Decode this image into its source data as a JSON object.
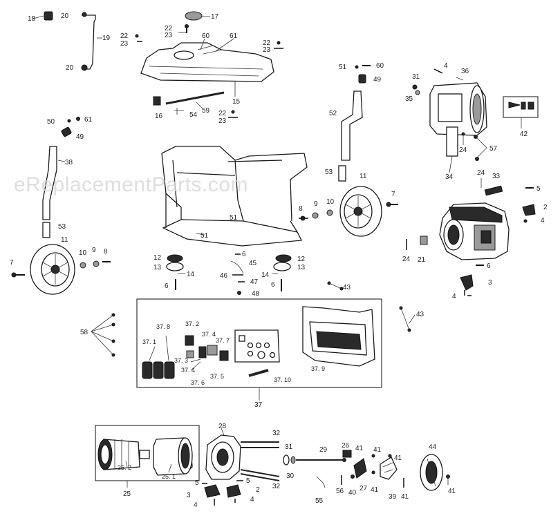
{
  "watermark": "eReplacementParts.com",
  "callouts": {
    "c1": "18",
    "c2": "20",
    "c3": "19",
    "c4": "20",
    "c5": "17",
    "c6": "22",
    "c7": "23",
    "c8": "22",
    "c9": "23",
    "c10": "60",
    "c11": "61",
    "c12": "22",
    "c13": "23",
    "c14": "15",
    "c15": "16",
    "c16": "54",
    "c17": "59",
    "c18": "22",
    "c19": "23",
    "c20": "50",
    "c21": "61",
    "c22": "49",
    "c23": "38",
    "c24": "53",
    "c25": "11",
    "c26": "10",
    "c27": "9",
    "c28": "8",
    "c29": "7",
    "c30": "12",
    "c31": "13",
    "c32": "6",
    "c33": "14",
    "c34": "51",
    "c35": "51",
    "c36": "6",
    "c37": "45",
    "c38": "46",
    "c39": "47",
    "c40": "48",
    "c41": "12",
    "c42": "13",
    "c43": "14",
    "c44": "6",
    "c45": "51",
    "c46": "60",
    "c47": "49",
    "c48": "52",
    "c49": "53",
    "c50": "11",
    "c51": "8",
    "c52": "9",
    "c53": "10",
    "c54": "7",
    "c55": "31",
    "c56": "4",
    "c57": "36",
    "c58": "35",
    "c59": "42",
    "c60": "24",
    "c61": "57",
    "c62": "34",
    "c63": "24",
    "c64": "33",
    "c65": "5",
    "c66": "2",
    "c67": "4",
    "c68": "24",
    "c69": "21",
    "c70": "6",
    "c71": "3",
    "c72": "4",
    "c73": "43",
    "c74": "43",
    "c75": "58",
    "c76": "37. 8",
    "c77": "37. 2",
    "c78": "37. 1",
    "c79": "37. 4",
    "c80": "37. 7",
    "c81": "37. 3",
    "c82": "37. 4",
    "c83": "37. 6",
    "c84": "37. 5",
    "c85": "37. 10",
    "c86": "37. 9",
    "c87": "37",
    "c88": "28",
    "c89": "32",
    "c90": "25. 2",
    "c91": "25. 1",
    "c92": "25",
    "c93": "31",
    "c94": "29",
    "c95": "26",
    "c96": "41",
    "c97": "41",
    "c98": "41",
    "c99": "44",
    "c100": "5",
    "c101": "5",
    "c102": "2",
    "c103": "3",
    "c104": "4",
    "c105": "4",
    "c106": "32",
    "c107": "30",
    "c108": "55",
    "c109": "56",
    "c110": "40",
    "c111": "27",
    "c112": "41",
    "c113": "39",
    "c114": "41",
    "c115": "41"
  }
}
